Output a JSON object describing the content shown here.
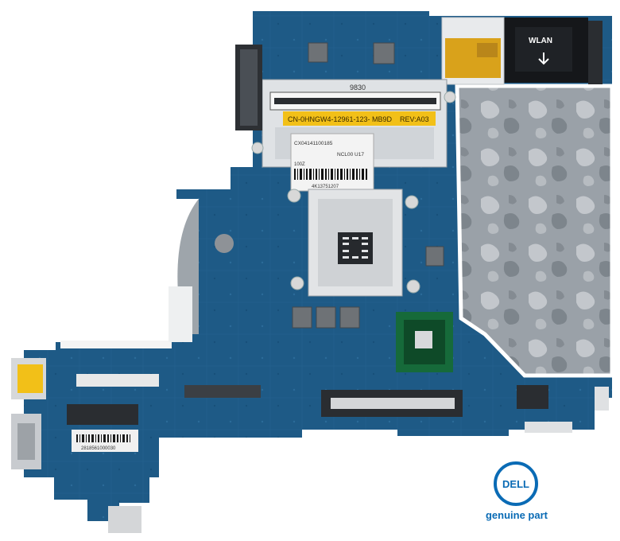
{
  "photo": {
    "subject": "laptop motherboard",
    "labels": {
      "part_number": "CN-0HNGW4-12961-123- MB9D",
      "revision": "REV:A03",
      "wlan": "WLAN",
      "ram_top_marking": "9830",
      "sticker_line1": "CX04141100185",
      "sticker_line2": "NCL00 U17",
      "sticker_line3": "100Z",
      "sticker_barcode_text": "4K13751207",
      "left_barcode_text": "2818561000030"
    }
  },
  "brand": {
    "logo_text": "DELL",
    "tagline": "genuine part",
    "color": "#0a6bb5"
  },
  "colors": {
    "pcb": "#1e5a86",
    "pcb_dark": "#14456b",
    "gray_pcb": "#a7abb0",
    "socket": "#d9d9d9",
    "gold": "#d9a21b",
    "yellow_label": "#f2c018"
  }
}
